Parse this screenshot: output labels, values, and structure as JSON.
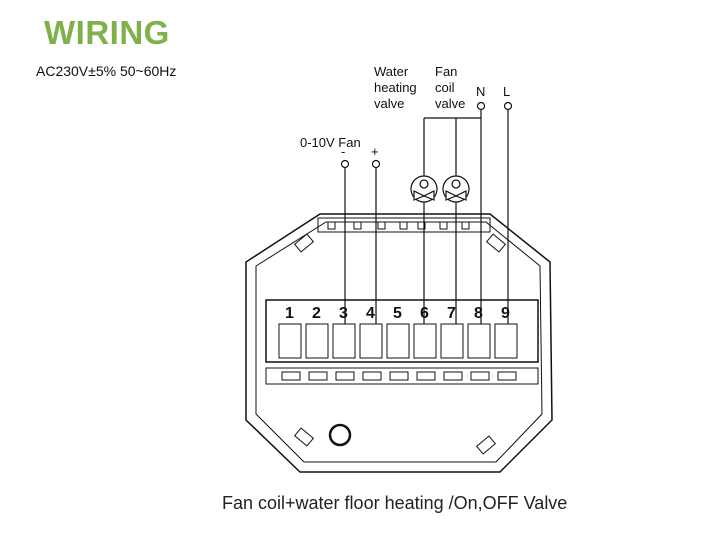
{
  "title": "WIRING",
  "title_color": "#7fb04a",
  "power_spec": "AC230V±5% 50~60Hz",
  "caption": "Fan coil+water floor heating /On,OFF Valve",
  "labels": {
    "fan_signal": "0-10V Fan",
    "minus": "-",
    "plus": "+",
    "water_heating_valve": [
      "Water",
      "heating",
      "valve"
    ],
    "fan_coil_valve": [
      "Fan",
      "coil",
      "valve"
    ],
    "neutral": "N",
    "live": "L"
  },
  "terminals": [
    "1",
    "2",
    "3",
    "4",
    "5",
    "6",
    "7",
    "8",
    "9"
  ],
  "icons": {
    "valve": "valve-icon",
    "knockout": "circle-icon"
  }
}
